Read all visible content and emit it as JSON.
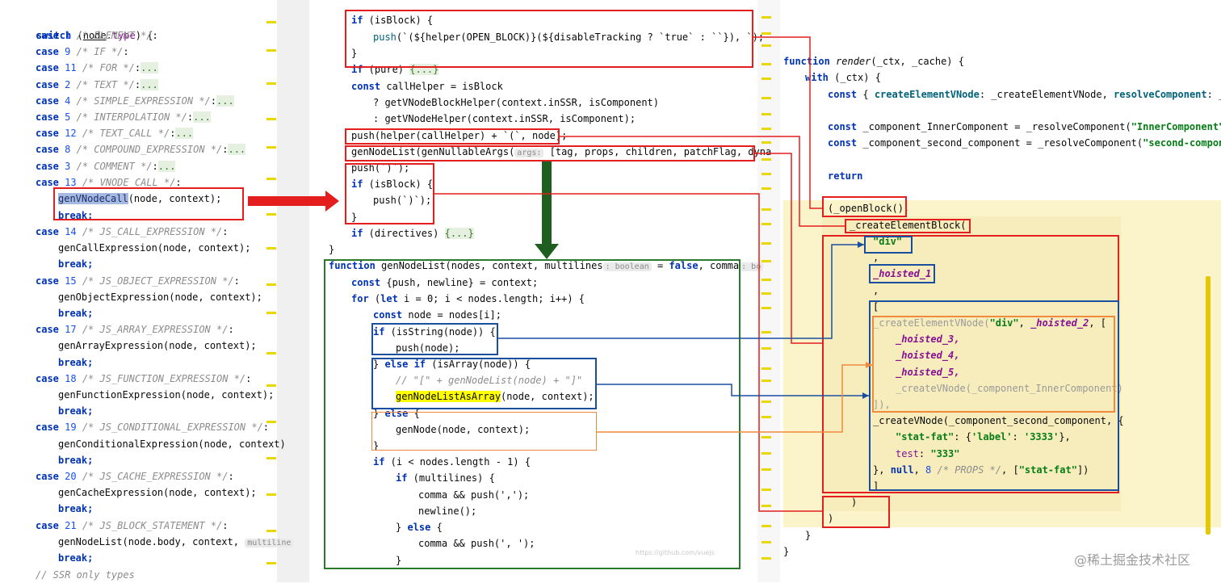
{
  "colors": {
    "keyword": "#0033b3",
    "comment": "#8c8c8c",
    "string": "#067d17",
    "highlight_red": "#e41e1e",
    "highlight_blue": "#1a4fa0",
    "highlight_green": "#2b7a2b",
    "highlight_orange": "#f08a3c",
    "fold_region": "#fbf3c9"
  },
  "left_code": {
    "switch_line": "switch (node.type) {",
    "cases": [
      {
        "case": "case 1",
        "comment": "/* ELEMENT */:"
      },
      {
        "case": "case 9",
        "comment": "/* IF */:"
      },
      {
        "case": "case 11",
        "comment": "/* FOR */:",
        "fold": "..."
      },
      {
        "case": "case 2",
        "comment": "/* TEXT */:",
        "fold": "..."
      },
      {
        "case": "case 4",
        "comment": "/* SIMPLE_EXPRESSION */:",
        "fold": "..."
      },
      {
        "case": "case 5",
        "comment": "/* INTERPOLATION */:",
        "fold": "..."
      },
      {
        "case": "case 12",
        "comment": "/* TEXT_CALL */:",
        "fold": "..."
      },
      {
        "case": "case 8",
        "comment": "/* COMPOUND_EXPRESSION */:",
        "fold": "..."
      },
      {
        "case": "case 3",
        "comment": "/* COMMENT */:",
        "fold": "..."
      },
      {
        "case": "case 13",
        "comment": "/* VNODE_CALL */:"
      }
    ],
    "vnode_call": {
      "fn": "genVNodeCall",
      "args": "(node, context);"
    },
    "break": "break;",
    "more_cases": [
      {
        "case": "case 14",
        "comment": "/* JS_CALL_EXPRESSION */:",
        "call": "genCallExpression",
        "args": "(node, context);"
      },
      {
        "case": "case 15",
        "comment": "/* JS_OBJECT_EXPRESSION */:",
        "call": "genObjectExpression",
        "args": "(node, context);"
      },
      {
        "case": "case 17",
        "comment": "/* JS_ARRAY_EXPRESSION */:",
        "call": "genArrayExpression",
        "args": "(node, context);"
      },
      {
        "case": "case 18",
        "comment": "/* JS_FUNCTION_EXPRESSION */:",
        "call": "genFunctionExpression",
        "args": "(node, context);"
      },
      {
        "case": "case 19",
        "comment": "/* JS_CONDITIONAL_EXPRESSION */:",
        "call": "genConditionalExpression",
        "args": "(node, context)"
      },
      {
        "case": "case 20",
        "comment": "/* JS_CACHE_EXPRESSION */:",
        "call": "genCacheExpression",
        "args": "(node, context);"
      },
      {
        "case": "case 21",
        "comment": "/* JS_BLOCK_STATEMENT */:",
        "call": "genNodeList",
        "args": "(node.body, context,",
        "hint": "multiline"
      }
    ],
    "trailing": "// SSR only types"
  },
  "mid_code": {
    "lines": {
      "l01": "if (isBlock) {",
      "l02": "push(`(${helper(OPEN_BLOCK)}(${disableTracking ? `true` : ``}), `);",
      "l03": "}",
      "l04": "if (pure) {...}",
      "l05": "const callHelper = isBlock",
      "l06": "? getVNodeBlockHelper(context.inSSR, isComponent)",
      "l07": ": getVNodeHelper(context.inSSR, isComponent);",
      "l08": "push(helper(callHelper) + `(`, node);",
      "l09a": "genNodeList(genNullableArgs(",
      "l09hint": "args:",
      "l09b": "[tag, props, children, patchFlag, dyna",
      "l10": "push(`)`);",
      "l11": "if (isBlock) {",
      "l12": "push(`)`);",
      "l13": "}",
      "l14": "if (directives) {...}",
      "l15": "}",
      "l16a": "function genNodeList(nodes, context, multilines",
      "l16hint": ": boolean",
      "l16b": "= false, comma",
      "l16hint2": ": bo",
      "l17": "const {push, newline} = context;",
      "l18": "for (let i = 0; i < nodes.length; i++) {",
      "l19": "const node = nodes[i];",
      "l20": "if (isString(node)) {",
      "l21": "push(node);",
      "l22": "} else if (isArray(node)) {",
      "l23": "// \"[\" + genNodeList(node) + \"]\"",
      "l24a": "genNodeListAsArray",
      "l24b": "(node, context);",
      "l25": "} else {",
      "l26": "genNode(node, context);",
      "l27": "}",
      "l28": "if (i < nodes.length - 1) {",
      "l29": "if (multilines) {",
      "l30": "comma && push(',');",
      "l31": "newline();",
      "l32": "} else {",
      "l33": "comma && push(', ');",
      "l34": "}"
    }
  },
  "right_code": {
    "l01": "function render(_ctx, _cache) {",
    "l02": "with (_ctx) {",
    "l03": "const { createElementVNode: _createElementVNode, resolveComponent: _",
    "l04": "const _component_InnerComponent = _resolveComponent(\"InnerComponent\")",
    "l05": "const _component_second_component = _resolveComponent(\"second-compone",
    "l06": "return",
    "l07": "(_openBlock(),",
    "l08": "_createElementBlock(",
    "l09": "\"div\"",
    "l10": ",",
    "l11": "_hoisted_1",
    "l12": ",",
    "l13": "[",
    "l14": "_createElementVNode(\"div\", _hoisted_2, [",
    "l15": "_hoisted_3,",
    "l16": "_hoisted_4,",
    "l17": "_hoisted_5,",
    "l18": "_createVNode(_component_InnerComponent)",
    "l19": "]),",
    "l20": "_createVNode(_component_second_component, {",
    "l21": "\"stat-fat\": {'label': '3333'},",
    "l22": "test: \"333\"",
    "l23": "}, null, 8 /* PROPS */, [\"stat-fat\"])",
    "l24": "]",
    "l25": ")",
    "l26": ")",
    "l27": "}",
    "l28": "}"
  },
  "watermark": "@稀土掘金技术社区",
  "small_watermark": "https://github.com/vuejs"
}
